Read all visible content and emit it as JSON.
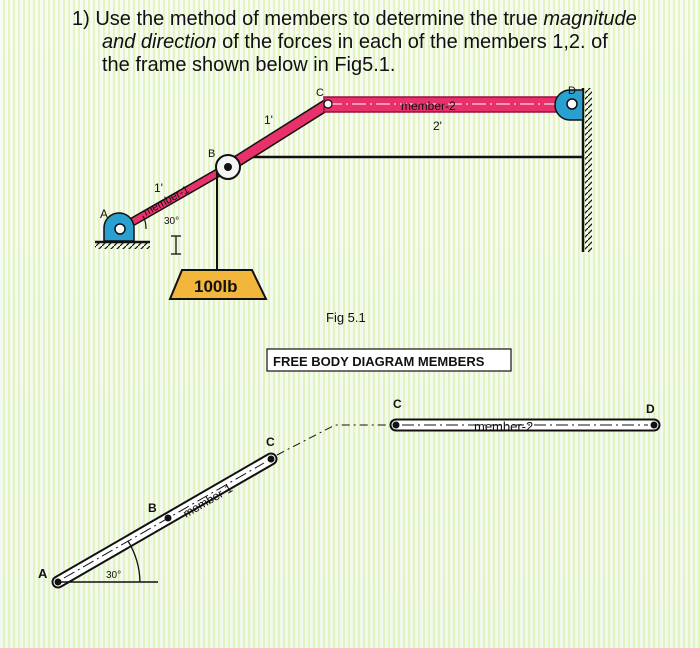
{
  "question": {
    "number": "1)",
    "part1": "Use the method of members to determine the true ",
    "magnitude": "magnitude",
    "and_direction": "and direction",
    "part2": " of the forces in each of the members 1,2. of",
    "part3": "the frame shown below in Fig5.1."
  },
  "frame": {
    "label_A": "A",
    "label_B": "B",
    "label_C": "C",
    "label_D": "D",
    "member1_label": "member-1",
    "member1_length": "1'",
    "bc_length": "1'",
    "member2_label": "member-2",
    "member2_length": "2'",
    "angle": "30°",
    "load": "100lb",
    "fig_caption": "Fig 5.1"
  },
  "fbd": {
    "title": "FREE BODY DIAGRAM MEMBERS",
    "label_A": "A",
    "label_B": "B",
    "label_C1": "C",
    "label_C2": "C",
    "label_D": "D",
    "member1_label": "member-1",
    "member2_label": "member-2",
    "angle": "30°"
  },
  "colors": {
    "member_fill": "#e8306a",
    "member_dark": "#9a1040",
    "support": "#2aa0d0",
    "load_fill": "#f2b63c",
    "ink": "#111111"
  }
}
